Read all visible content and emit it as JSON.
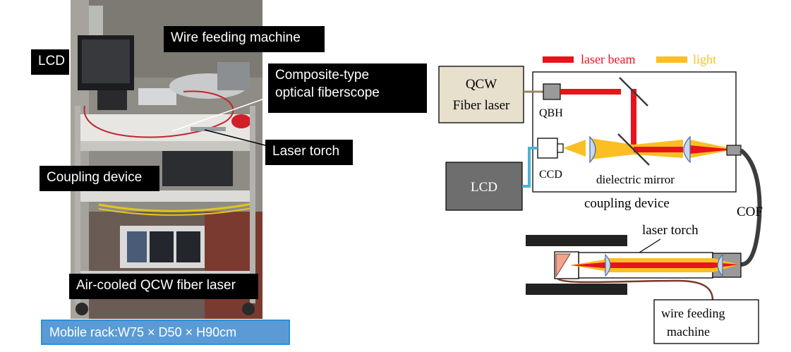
{
  "photo_labels": {
    "lcd": "LCD",
    "wire_feeding_machine": "Wire feeding machine",
    "fiberscope_line1": "Composite-type",
    "fiberscope_line2": "optical fiberscope",
    "laser_torch": "Laser torch",
    "coupling_device": "Coupling device",
    "qcw_fiber_laser": "Air-cooled QCW fiber laser",
    "mobile_rack": "Mobile rack:W75 × D50 × H90cm"
  },
  "schematic": {
    "legend_laser_beam": "laser beam",
    "legend_light": "light",
    "qcw_line1": "QCW",
    "qcw_line2": "Fiber laser",
    "qbh": "QBH",
    "ccd": "CCD",
    "lcd": "LCD",
    "dielectric_mirror": "dielectric mirror",
    "coupling_device": "coupling device",
    "cof": "COF",
    "laser_torch": "laser torch",
    "wire_line1": "wire feeding",
    "wire_line2": "machine"
  },
  "colors": {
    "laser_beam": "#e8141b",
    "light": "#fbbf24",
    "lens": "#c9d8ee",
    "lens_stroke": "#4f6fa8",
    "cof_cable": "#3c3c3c",
    "lcd_cable": "#4eb3d3",
    "wire": "#7a3b2e",
    "qcw_box": "#e6e0cd",
    "lcd_box": "#6e6e6e",
    "caption_fill": "#5b9bd5",
    "caption_border": "#2b8fe0"
  }
}
